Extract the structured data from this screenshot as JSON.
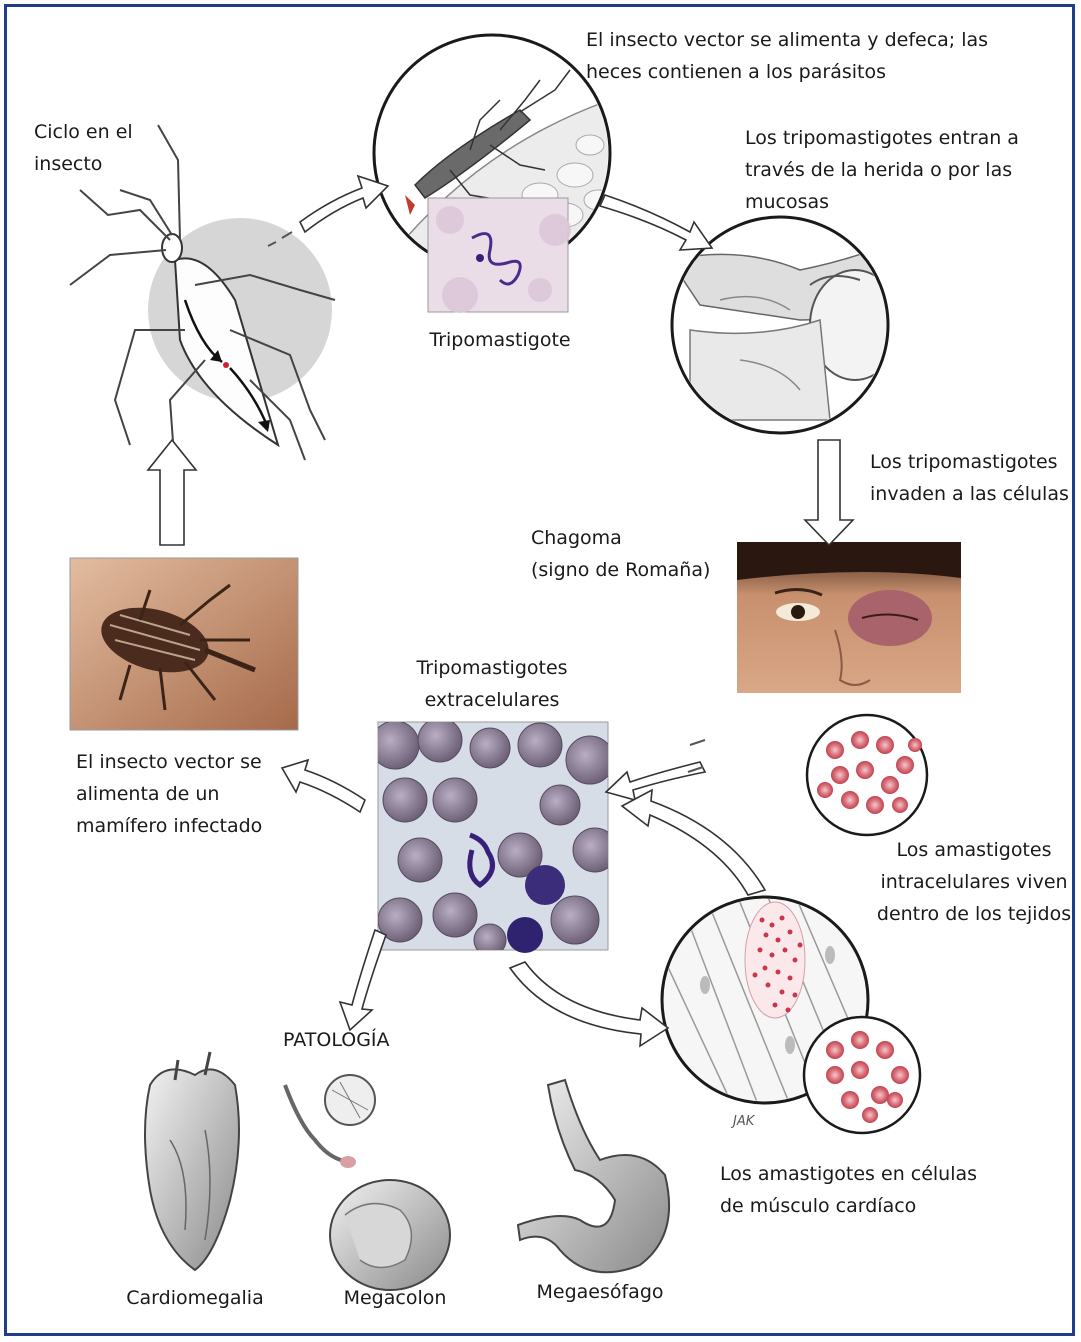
{
  "labels": {
    "insect_cycle": "Ciclo en el\ninsecto",
    "vector_feeds": "El insecto vector se alimenta y defeca; las\nheces contienen a los parásitos",
    "trypo_enter": "Los tripomastigotes entran a\ntravés de la herida o por las\nmucosas",
    "tripomastigote": "Tripomastigote",
    "trypo_invade": "Los tripomastigotes\ninvaden a las células",
    "chagoma": "Chagoma\n(signo de Romaña)",
    "extracellular": "Tripomastigotes\nextracelulares",
    "vector_infected": "El insecto vector se\nalimenta de un\nmamífero infectado",
    "amastigotes_intracellular": "Los amastigotes\nintracelulares viven\ndentro de los tejidos",
    "amastigotes_cardiac": "Los amastigotes en células\nde músculo cardíaco",
    "patologia": "PATOLOGÍA",
    "cardiomegalia": "Cardiomegalia",
    "megacolon": "Megacolon",
    "megaesofago": "Megaesófago",
    "signature": "JAK"
  },
  "colors": {
    "frame": "#1f3d8a",
    "cell_red": "#c94a55",
    "parasite_purple": "#4b2a8c"
  }
}
